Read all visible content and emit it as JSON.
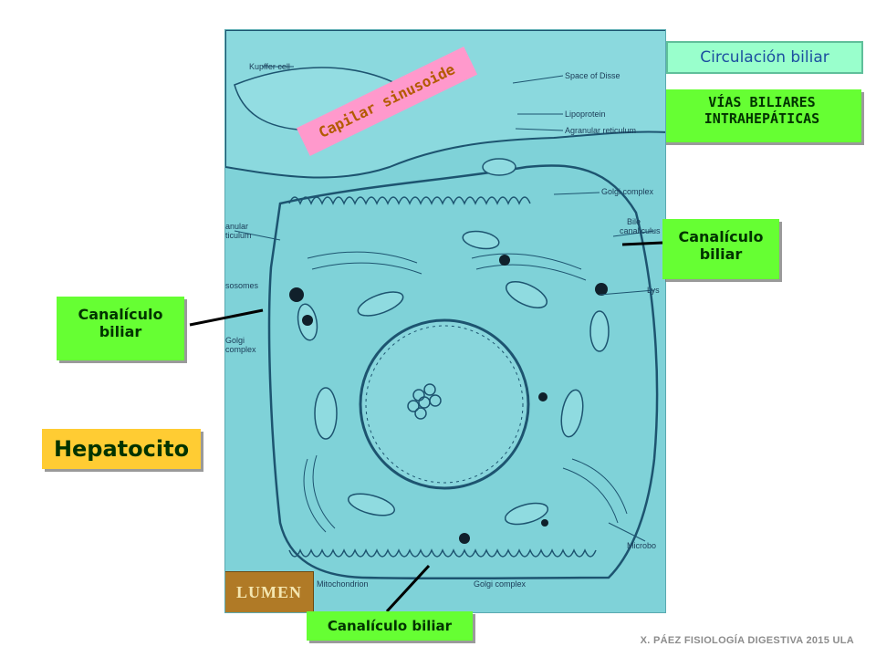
{
  "slide": {
    "title_box": "Circulación biliar",
    "subtitle_line1": "VÍAS BILIARES",
    "subtitle_line2": "INTRAHEPÁTICAS",
    "capilar": "Capilar sinusoide",
    "canaliculo_right_line1": "Canalículo",
    "canaliculo_right_line2": "biliar",
    "canaliculo_left_line1": "Canalículo",
    "canaliculo_left_line2": "biliar",
    "canaliculo_bottom": "Canalículo biliar",
    "hepatocito": "Hepatocito",
    "footer": "X. PÁEZ   FISIOLOGÍA DIGESTIVA 2015 ULA"
  },
  "diagram_labels": {
    "kupffer": "Kupffer cell",
    "disse": "Space of Disse",
    "lipoprotein": "Lipoprotein",
    "agranular": "Agranular reticulum",
    "golgi_right": "Golgi complex",
    "bile": "Bile",
    "canaliculus": "canaliculus",
    "lys_right": "Lys",
    "granular1": "anular",
    "granular2": "ticulum",
    "lysosomes": "sosomes",
    "golgi_left1": "Golgi",
    "golgi_left2": "complex",
    "mitochondrion": "Mitochondrion",
    "golgi_bottom": "Golgi complex",
    "microbo": "Microbo",
    "logo": "LUMEN"
  },
  "colors": {
    "micrograph_bg": "#7fd2d8",
    "green_label": "#66ff33",
    "pink_label": "#ff99cc",
    "title_bg": "#99ffcc",
    "hepatocito_bg": "#ffcc33"
  }
}
